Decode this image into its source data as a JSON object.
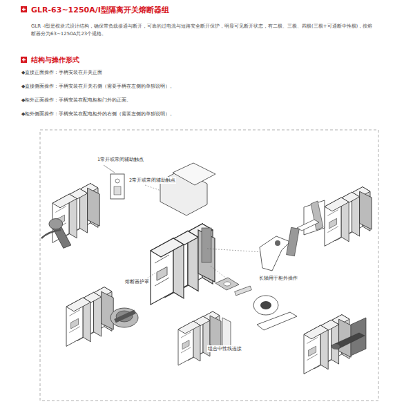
{
  "diagram": {
    "title": "GLR-63~1250A/Ⅰ型隔离开关熔断器组",
    "labels": [
      "GLR -Ⅰ型是模块式设计结构，确保带负载接通与断开，可靠的过电流与短路安全断开保护，明显可见断开状态，有二极、三极、四极(三极+可通断中性极)，按熔断器分为63~1250A共23个规格。",
      "结构与操作形式",
      "◆直接正面操作：手柄安装在开关正面",
      "◆直接侧面操作：手柄安装在开关右侧（需要手柄在左侧的单独说明）。",
      "◆柜外正面操作：手柄安装在配电柜柜门外的正面。",
      "◆柜外侧面操作：手柄安装在配电柜外的右侧（需要左侧的单独说明）。",
      "1常开或常闭辅助触点",
      "2常开或常闭辅助触点",
      "熔断器护罩",
      "长轴用于柜外操作",
      "组合中性线连接"
    ]
  }
}
